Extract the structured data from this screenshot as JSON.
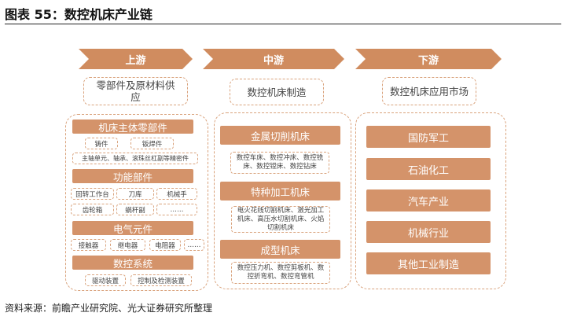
{
  "title": "图表 55：数控机床产业链",
  "source": "资料来源：前瞻产业研究院、光大证券研究所整理",
  "colors": {
    "accent": "#d08c5f",
    "border": "#d9a27c"
  },
  "stages": {
    "upstream": {
      "label": "上游",
      "desc": "零部件及原材料供应",
      "groups": [
        {
          "header": "机床主体零部件",
          "items": [
            "铸件",
            "钣焊件",
            "主轴单元、轴承、滚珠丝杠副等精密件"
          ]
        },
        {
          "header": "功能部件",
          "items": [
            "回转工作台",
            "刀库",
            "机械手",
            "齿轮箱",
            "蜗杆副",
            "……"
          ]
        },
        {
          "header": "电气元件",
          "items": [
            "接触器",
            "继电器",
            "电阻器",
            "……"
          ]
        },
        {
          "header": "数控系统",
          "items": [
            "驱动装置",
            "控制及检测装置"
          ]
        }
      ]
    },
    "midstream": {
      "label": "中游",
      "desc": "数控机床制造",
      "groups": [
        {
          "header": "金属切削机床",
          "detail": "数控车床、数控冲床、数控铣床、数控镗床、数控钻床"
        },
        {
          "header": "特种加工机床",
          "detail": "电火花线切割机床、激光加工机床、高压水切割机床、火焰切割机床"
        },
        {
          "header": "成型机床",
          "detail": "数控压力机、数控剪板机、数控折弯机、数控弯管机"
        }
      ]
    },
    "downstream": {
      "label": "下游",
      "desc": "数控机床应用市场",
      "items": [
        "国防军工",
        "石油化工",
        "汽车产业",
        "机械行业",
        "其他工业制造"
      ]
    }
  }
}
